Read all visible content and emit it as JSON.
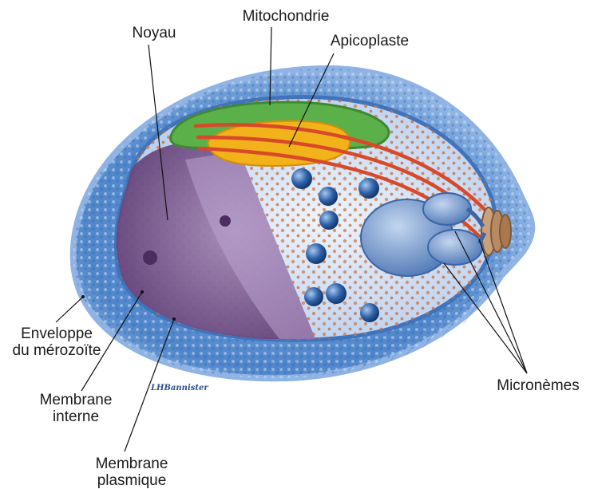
{
  "title": "",
  "labels": {
    "noyau": "Noyau",
    "mitochondrie": "Mitochondrie",
    "apicoplaste": "Apicoplaste",
    "enveloppe_l1": "Enveloppe",
    "enveloppe_l2": "du mérozoïte",
    "membrane_interne_l1": "Membrane",
    "membrane_interne_l2": "interne",
    "membrane_plasmique_l1": "Membrane",
    "membrane_plasmique_l2": "plasmique",
    "micronemes": "Micronèmes"
  },
  "signature": "LHBannister",
  "colors": {
    "coat": "#5b8fd0",
    "coat_light": "#a9c7ec",
    "interior": "#c9dcf3",
    "nucleus": "#7a4f86",
    "mitochondrion": "#5cb04a",
    "apicoplast": "#f2b21a",
    "apical_fibers": "#d8492a",
    "micronemes": "#6f95c9",
    "granules": "#d07a45",
    "spheres": "#2f62a8"
  },
  "icons": [
    "merozoite-illustration"
  ]
}
